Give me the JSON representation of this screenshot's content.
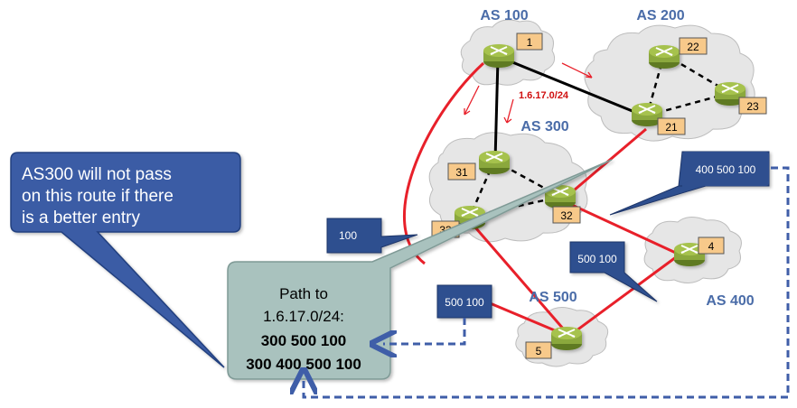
{
  "as_labels": {
    "as100": "AS 100",
    "as200": "AS 200",
    "as300": "AS 300",
    "as400": "AS 400",
    "as500": "AS 500"
  },
  "routers": {
    "r1": "1",
    "r22": "22",
    "r21": "21",
    "r23": "23",
    "r31": "31",
    "r32": "32",
    "r33": "33",
    "r4": "4",
    "r5": "5"
  },
  "prefix_label": "1.6.17.0/24",
  "badges": {
    "b100": "100",
    "b400500100": "400 500 100",
    "b500100_right": "500 100",
    "b500100_left": "500 100"
  },
  "callout": {
    "line1": "AS300 will not pass",
    "line2": "on this route if there",
    "line3": "is a better entry"
  },
  "path_box": {
    "line1": "Path to",
    "line2": "1.6.17.0/24:",
    "line3": "300 500 100",
    "line4": "300 400 500 100"
  },
  "colors": {
    "cloud": "#e6e6e6",
    "router": "#8ba83c",
    "ebgp_link": "#e8202a",
    "ibgp_link": "#000000",
    "badge": "#2f4f8f",
    "callout": "#3a5ba5",
    "path_box": "#a9c2be",
    "dashed_arrow": "#3f5ea8",
    "id_box": "#f7c98a"
  }
}
